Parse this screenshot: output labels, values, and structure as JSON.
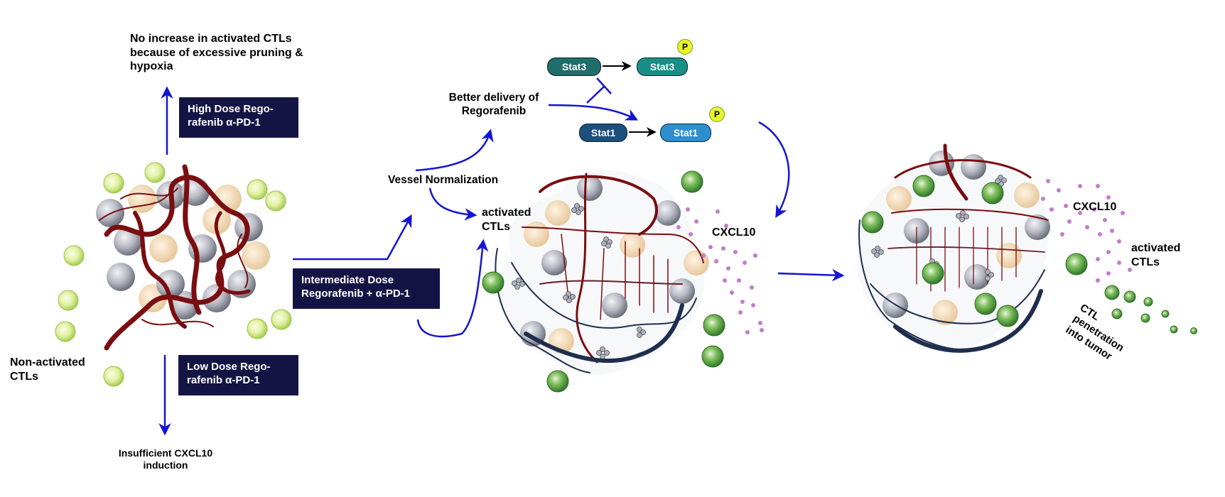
{
  "labels": {
    "no_increase": "No increase in activated CTLs because of excessive pruning & hypoxia",
    "non_activated": "Non-activated CTLs",
    "insufficient": "Insufficient CXCL10 induction",
    "vessel_normalization": "Vessel Normalization",
    "better_delivery": "Better delivery of Regorafenib",
    "activated_ctls_mid": "activated CTLs",
    "cxcl10_mid": "CXCL10",
    "cxcl10_right": "CXCL10",
    "activated_ctls_right": "activated CTLs",
    "ctl_penetration": "CTL penetration into tumor"
  },
  "boxes": {
    "high_dose": "High Dose Rego-rafenib α-PD-1",
    "intermediate_dose": "Intermediate Dose Regorafenib + α-PD-1",
    "low_dose": "Low Dose Rego-rafenib α-PD-1"
  },
  "signaling": {
    "stat3": "Stat3",
    "stat3_p": "Stat3",
    "stat1": "Stat1",
    "stat1_p": "Stat1",
    "phospho": "P"
  },
  "colors": {
    "arrow": "#1414d6",
    "vessel": "#7a0d10",
    "box_bg": "#141444",
    "ctl_light": "#c8e57a",
    "ctl_dark": "#4f9a3a",
    "cxcl10_dot": "#c27ccc",
    "phospho": "#e8f52a"
  }
}
